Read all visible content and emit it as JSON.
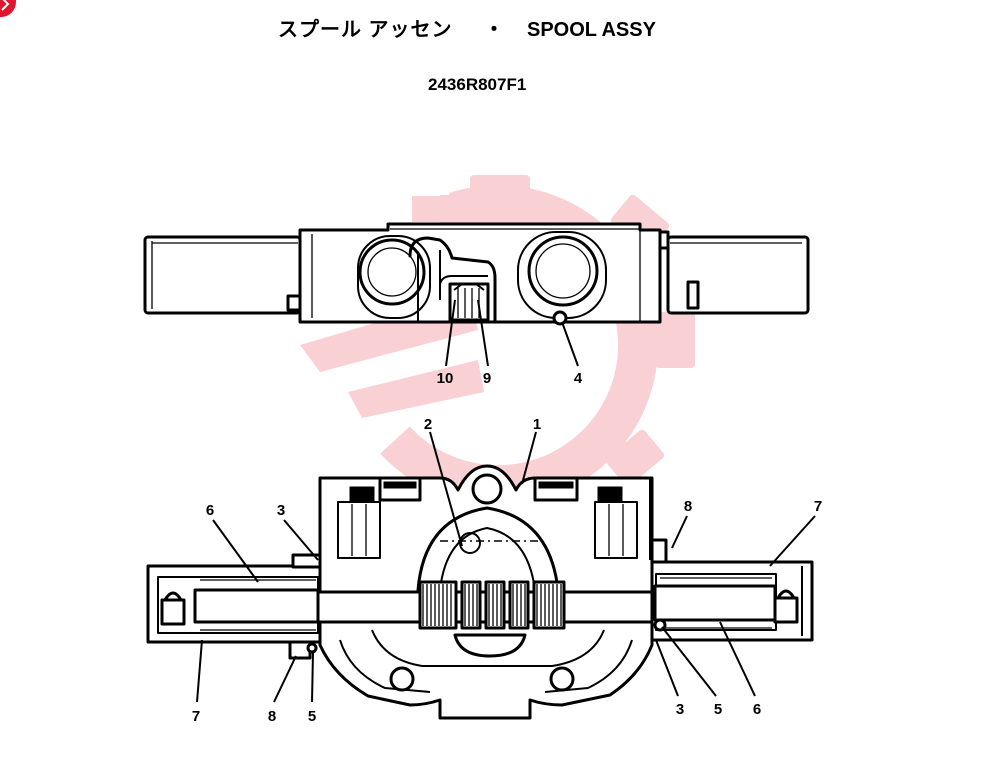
{
  "title": {
    "japanese": "スプール アッセン",
    "separator": "・",
    "english": "SPOOL ASSY"
  },
  "part_number": "2436R807F1",
  "top_view": {
    "callouts": [
      "10",
      "9",
      "4"
    ]
  },
  "front_view": {
    "callouts": [
      "2",
      "1",
      "6",
      "3",
      "8",
      "7",
      "7",
      "8",
      "5",
      "3",
      "5",
      "6"
    ]
  },
  "colors": {
    "line": "#000000",
    "watermark": "#f8c8cc",
    "logo": "#e3142d"
  },
  "icons": {
    "corner_logo": "red-badge-icon",
    "watermark": "gear-watermark-icon"
  }
}
